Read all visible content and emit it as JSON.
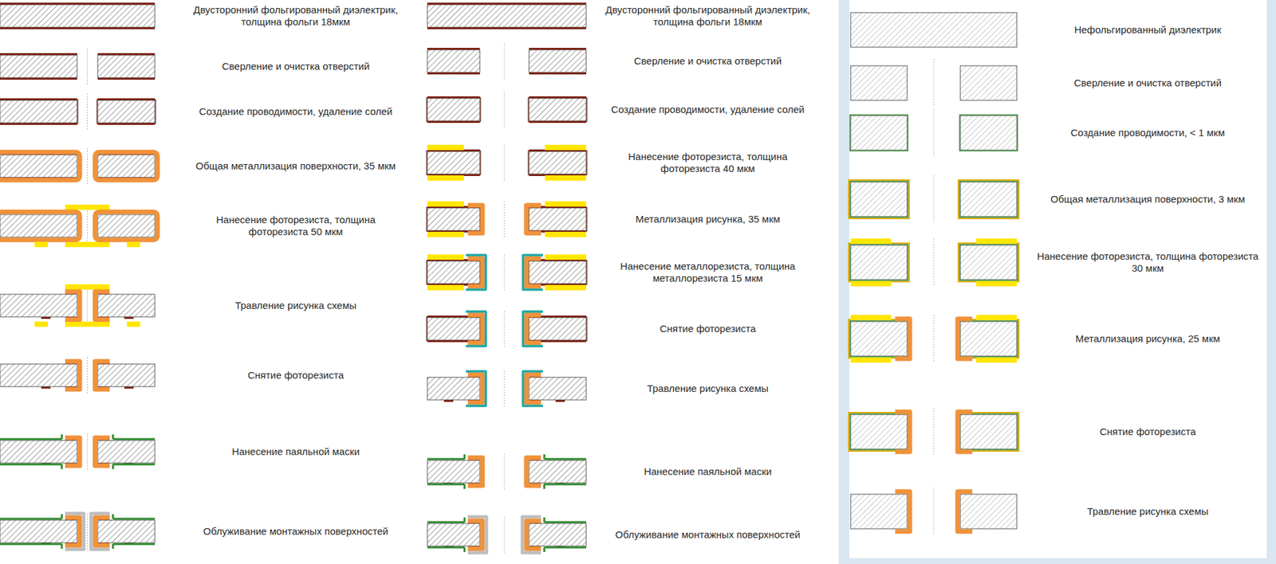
{
  "diagram": {
    "labels": [
      "Двусторонний фольгированный диэлектрик, толщина фольги 18мкм",
      "Сверление и очистка отверстий",
      "Создание проводимости, удаление солей",
      "Общая металлизация поверхности, 35 мкм",
      "Нанесение фоторезиста, толщина фоторезиста 50 мкм",
      "Травление рисунка схемы",
      "Снятие фоторезиста",
      "Нанесение паяльной маски",
      "Облуживание монтажных поверхностей",
      "Двусторонний фольгированный диэлектрик, толщина фольги 18мкм",
      "Сверление и очистка отверстий",
      "Создание проводимости, удаление солей",
      "Нанесение фоторезиста, толщина фоторезиста 40 мкм",
      "Металлизация рисунка, 35 мкм",
      "Нанесение металлорезиста, толщина металлорезиста 15 мкм",
      "Снятие фоторезиста",
      "Травление рисунка схемы",
      "Нанесение паяльной маски",
      "Облуживание монтажных поверхностей",
      "Нефольгированный диэлектрик",
      "Сверление и очистка отверстий",
      "Создание проводимости, < 1 мкм",
      "Общая металлизация поверхности, 3 мкм",
      "Нанесение фоторезиста, толщина фоторезиста 30 мкм",
      "Металлизация рисунка, 25 мкм",
      "Снятие фоторезиста",
      "Травление рисунка схемы"
    ]
  }
}
